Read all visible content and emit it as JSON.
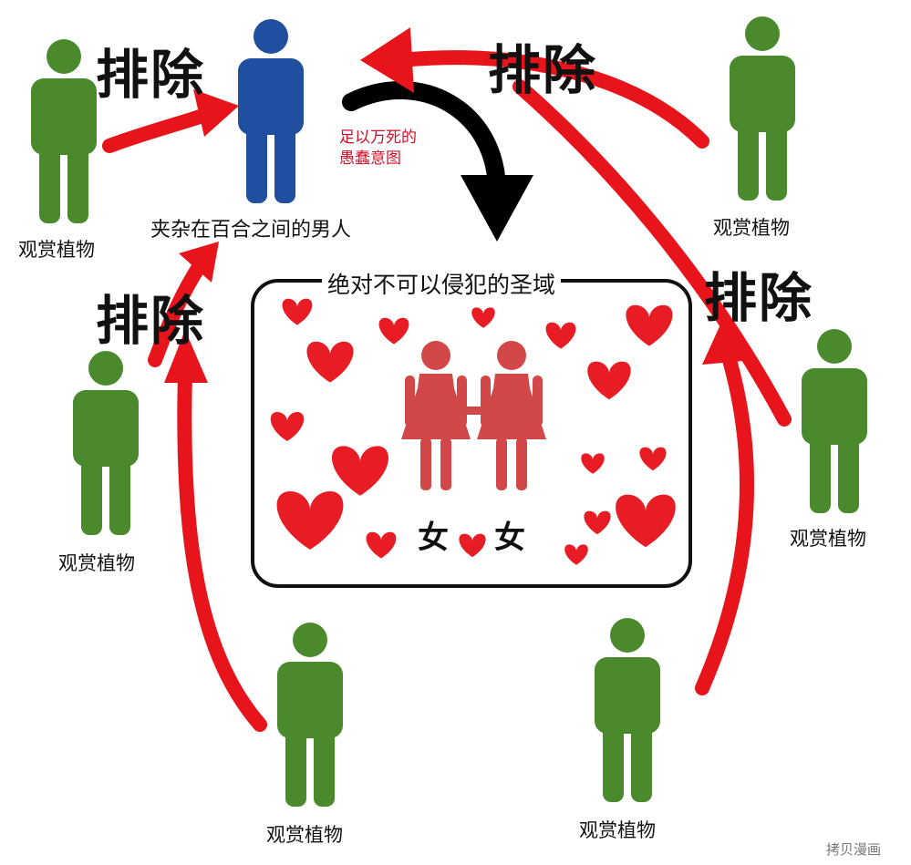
{
  "colors": {
    "plant_green": "#4a8a2c",
    "man_blue": "#1f4f9e",
    "woman_red": "#d24848",
    "arrow_red": "#e8141c",
    "heart_red": "#e81c24",
    "arrow_black": "#000000"
  },
  "labels": {
    "plant": "观赏植物",
    "exclude": "排除",
    "man": "夹杂在百合之间的男人",
    "intent_line1": "足以万死的",
    "intent_line2": "愚蠢意图",
    "sanctuary_title": "绝对不可以侵犯的圣域",
    "girl": "女",
    "watermark": "拷贝漫画"
  },
  "icons": {
    "plant": "green-person-icon",
    "man": "blue-man-icon",
    "women": "red-women-couple-icon",
    "heart": "heart-icon"
  }
}
